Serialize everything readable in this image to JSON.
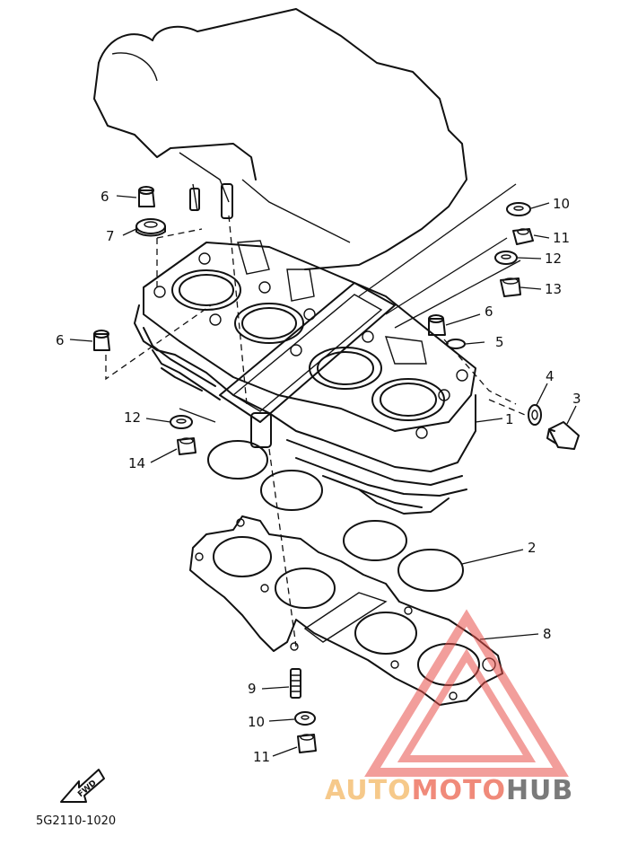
{
  "callouts": {
    "c1": "1",
    "c2": "2",
    "c3": "3",
    "c4": "4",
    "c5": "5",
    "c6a": "6",
    "c6b": "6",
    "c6c": "6",
    "c7": "7",
    "c8": "8",
    "c9": "9",
    "c10a": "10",
    "c10b": "10",
    "c11a": "11",
    "c11b": "11",
    "c12a": "12",
    "c12b": "12",
    "c13": "13",
    "c14": "14"
  },
  "fwd_label": "FWD",
  "diagram_code": "5G2110-1020",
  "watermark": {
    "part1": "AUTO",
    "part2": "MOTO",
    "part3": "HUB",
    "colors": {
      "auto": "#f6c98a",
      "moto": "#f08a7a",
      "hub": "#7a7a7a",
      "triangle": "#e8504a"
    }
  }
}
